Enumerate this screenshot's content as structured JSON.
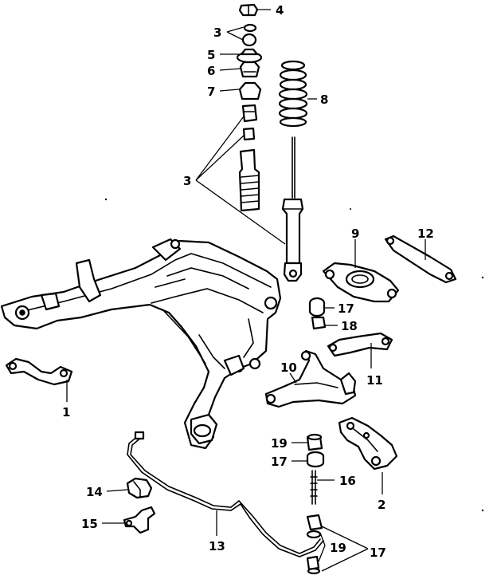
{
  "callouts": {
    "c1": "1",
    "c2": "2",
    "c3a": "3",
    "c3b": "3",
    "c4": "4",
    "c5": "5",
    "c6": "6",
    "c7": "7",
    "c8": "8",
    "c9": "9",
    "c10": "10",
    "c11": "11",
    "c12": "12",
    "c13": "13",
    "c14": "14",
    "c15": "15",
    "c16": "16",
    "c17a": "17",
    "c17b": "17",
    "c17c": "17",
    "c18": "18",
    "c19a": "19",
    "c19b": "19"
  },
  "colors": {
    "ink": "#000000",
    "paper": "#ffffff"
  }
}
